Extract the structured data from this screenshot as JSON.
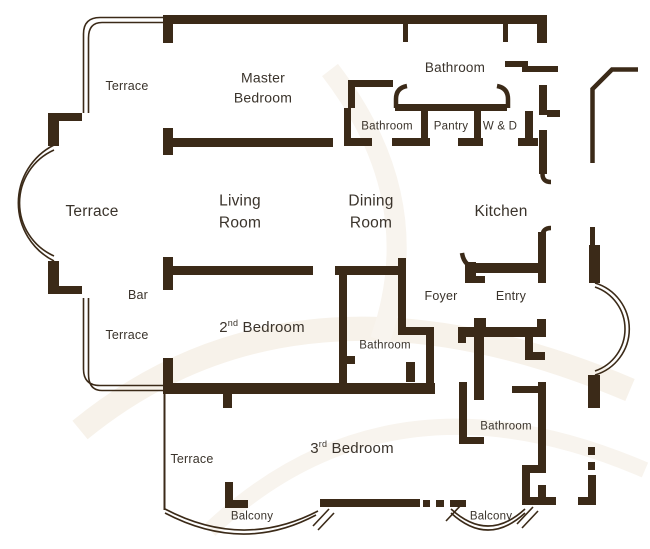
{
  "meta": {
    "type": "apartment-floor-plan"
  },
  "colors": {
    "wall": "#3b2a18",
    "text": "#3a332b",
    "background": "#ffffff",
    "watermark": "#f7f2ea"
  },
  "labels": {
    "terrace_top_left": "Terrace",
    "master_bedroom": "Master Bedroom",
    "bathroom_top": "Bathroom",
    "bathroom_ensuite": "Bathroom",
    "pantry": "Pantry",
    "washer_dryer": "W & D",
    "terrace_left": "Terrace",
    "living_room": "Living Room",
    "dining_room": "Dining Room",
    "kitchen": "Kitchen",
    "bar": "Bar",
    "foyer": "Foyer",
    "entry": "Entry",
    "bedroom2_prefix": "2",
    "bedroom2_sup": "nd",
    "bedroom2_suffix": " Bedroom",
    "terrace_left_lower": "Terrace",
    "bathroom_middle": "Bathroom",
    "bathroom_bottom_right": "Bathroom",
    "bedroom3_prefix": "3",
    "bedroom3_sup": "rd",
    "bedroom3_suffix": " Bedroom",
    "terrace_bottom": "Terrace",
    "balcony_left": "Balcony",
    "balcony_right": "Balcony"
  }
}
